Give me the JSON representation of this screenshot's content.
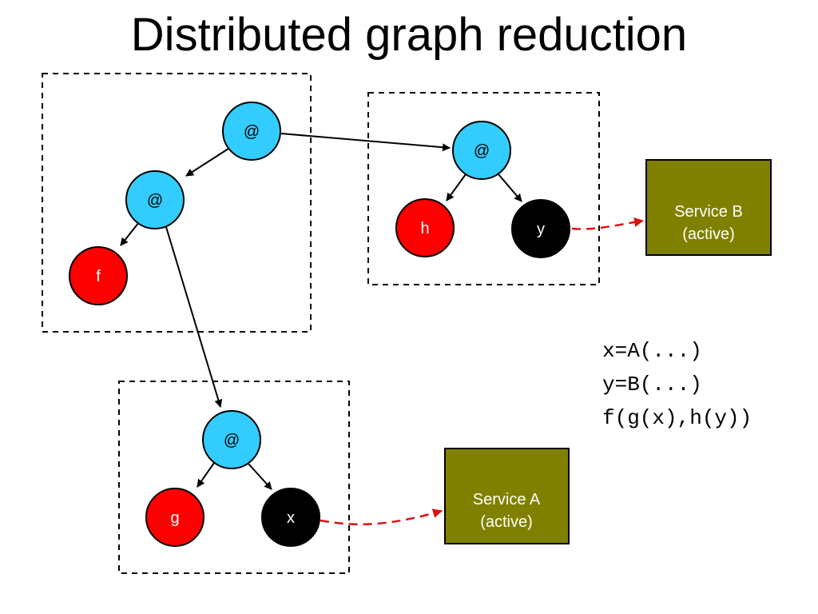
{
  "title": "Distributed graph reduction",
  "nodes": {
    "top_apply": "@",
    "mid_apply": "@",
    "f": "f",
    "right_apply": "@",
    "h": "h",
    "y": "y",
    "bottom_apply": "@",
    "g": "g",
    "x": "x"
  },
  "services": {
    "b_name": "Service B",
    "b_status": "(active)",
    "a_name": "Service A",
    "a_status": "(active)"
  },
  "code_lines": [
    "x=A(...)",
    "y=B(...)",
    "f(g(x),h(y))"
  ],
  "colors": {
    "apply_node": "#33ccff",
    "leaf_node": "#ff0000",
    "value_node": "#000000",
    "service_box": "#808000",
    "remote_link": "#e01010"
  }
}
